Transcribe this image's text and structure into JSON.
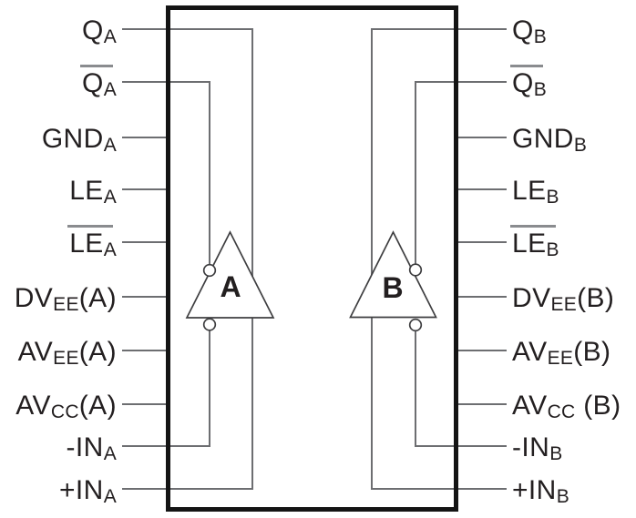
{
  "diagram": {
    "kind": "dual-comparator-functional-block-diagram"
  },
  "colors": {
    "text": "#231f20",
    "pin_line": "#6d6e71",
    "package_border": "#141414",
    "triangle_stroke": "#3e3e40",
    "overline": "#8a8c8f",
    "background": "#ffffff"
  },
  "comparators": [
    {
      "label": "A"
    },
    {
      "label": "B"
    }
  ],
  "pins": {
    "left": [
      {
        "main": "Q",
        "sub": "A",
        "post": "",
        "overline": false
      },
      {
        "main": "Q",
        "sub": "A",
        "post": "",
        "overline": true
      },
      {
        "main": "GND",
        "sub": "A",
        "post": "",
        "overline": false
      },
      {
        "main": "LE",
        "sub": "A",
        "post": "",
        "overline": false
      },
      {
        "main": "LE",
        "sub": "A",
        "post": "",
        "overline": true
      },
      {
        "main": "DV",
        "sub": "EE",
        "post": "(A)",
        "overline": false
      },
      {
        "main": "AV",
        "sub": "EE",
        "post": "(A)",
        "overline": false
      },
      {
        "main": "AV",
        "sub": "CC",
        "post": "(A)",
        "overline": false
      },
      {
        "main": "-IN",
        "sub": "A",
        "post": "",
        "overline": false
      },
      {
        "main": "+IN",
        "sub": "A",
        "post": "",
        "overline": false
      }
    ],
    "right": [
      {
        "main": "Q",
        "sub": "B",
        "post": "",
        "overline": false
      },
      {
        "main": "Q",
        "sub": "B",
        "post": "",
        "overline": true
      },
      {
        "main": "GND",
        "sub": "B",
        "post": "",
        "overline": false
      },
      {
        "main": "LE",
        "sub": "B",
        "post": "",
        "overline": false
      },
      {
        "main": "LE",
        "sub": "B",
        "post": "",
        "overline": true
      },
      {
        "main": "DV",
        "sub": "EE",
        "post": "(B)",
        "overline": false
      },
      {
        "main": "AV",
        "sub": "EE",
        "post": "(B)",
        "overline": false
      },
      {
        "main": "AV",
        "sub": "CC",
        "post": " (B)",
        "overline": false
      },
      {
        "main": "-IN",
        "sub": "B",
        "post": "",
        "overline": false
      },
      {
        "main": "+IN",
        "sub": "B",
        "post": "",
        "overline": false
      }
    ]
  }
}
